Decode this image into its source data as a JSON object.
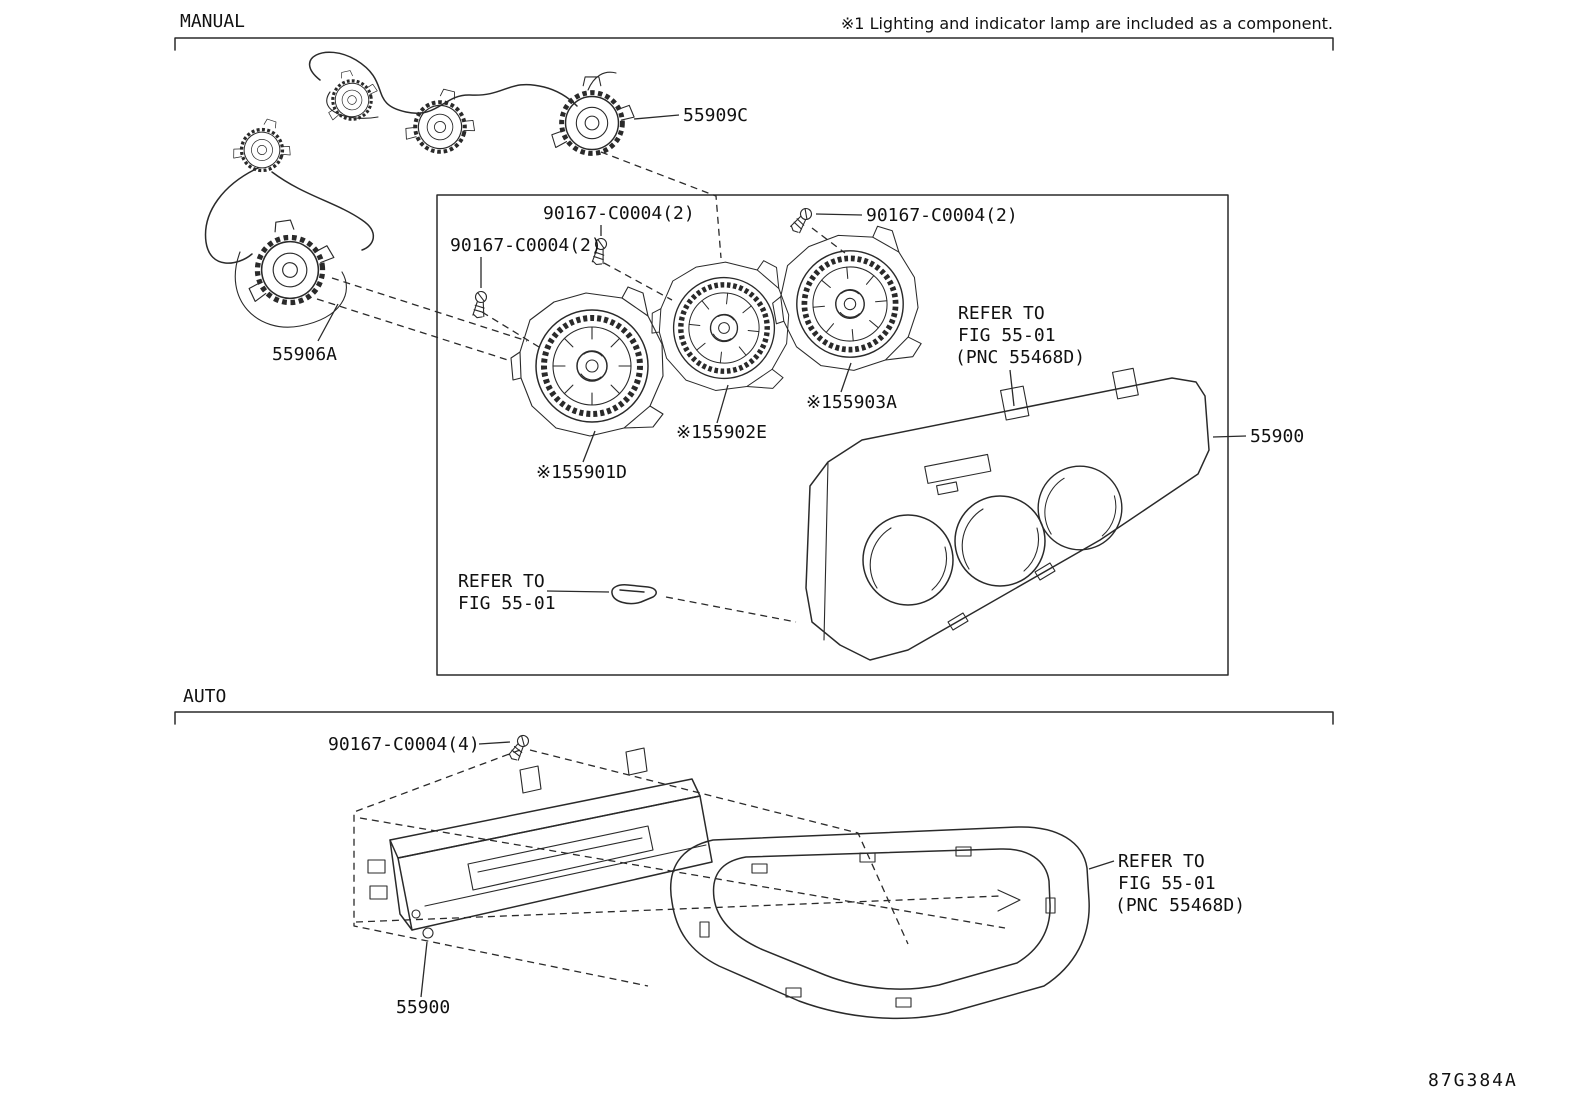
{
  "header": {
    "manual_label": "MANUAL",
    "note": "※1 Lighting and indicator lamp are included as a component."
  },
  "manual": {
    "parts": {
      "p55909C": "55909C",
      "p55906A": "55906A",
      "p55901D": "※155901D",
      "p55902E": "※155902E",
      "p55903A": "※155903A",
      "p55900": "55900"
    },
    "screws": {
      "top_mid": "90167-C0004(2)",
      "top_right": "90167-C0004(2)",
      "left": "90167-C0004(2)"
    },
    "refer_panel": {
      "l1": "REFER TO",
      "l2": "FIG 55-01",
      "l3": "(PNC 55468D)"
    },
    "refer_clip": {
      "l1": "REFER TO",
      "l2": "FIG 55-01"
    }
  },
  "auto": {
    "auto_label": "AUTO",
    "screw": "90167-C0004(4)",
    "p55900": "55900",
    "refer_bezel": {
      "l1": "REFER TO",
      "l2": "FIG 55-01",
      "l3": "(PNC 55468D)"
    }
  },
  "footer": {
    "diagram_code": "87G384A"
  }
}
